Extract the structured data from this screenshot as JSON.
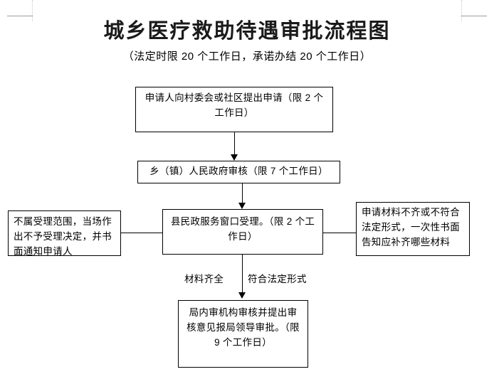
{
  "document": {
    "title": "城乡医疗救助待遇审批流程图",
    "subtitle": "（法定时限 20 个工作日，承诺办结 20 个工作日）"
  },
  "flowchart": {
    "nodes": [
      {
        "id": "apply",
        "text": "申请人向村委会或社区提出申请（限 2 个工作日）"
      },
      {
        "id": "town",
        "text": "乡（镇）人民政府审核（限 7 个工作日）"
      },
      {
        "id": "window",
        "text": "县民政服务窗口受理。（限 2 个工作日）"
      },
      {
        "id": "reject",
        "text": "不属受理范围，当场作出不予受理决定，并书面通知申请人"
      },
      {
        "id": "incomplete",
        "text": "申请材料不齐或不符合法定形式，一次性书面告知应补齐哪些材料"
      },
      {
        "id": "review",
        "text": "局内审机构审核并提出审核意见报局领导审批。（限 9 个工作日）"
      }
    ],
    "edge_labels": {
      "materials_complete": "材料齐全",
      "legal_form": "符合法定形式"
    }
  },
  "style": {
    "line_color": "#000000",
    "background": "#ffffff",
    "crop_mark_color": "#9a9a9a"
  }
}
